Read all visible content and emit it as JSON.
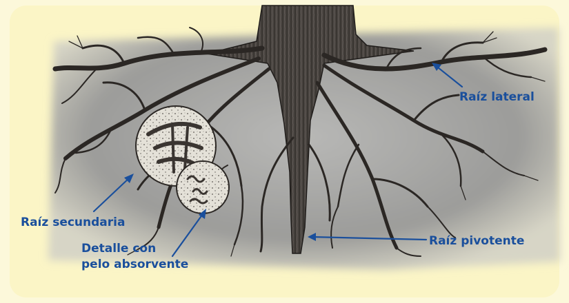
{
  "labels": {
    "lateral": "Raíz lateral",
    "secundaria": "Raíz secundaria",
    "pivotante": "Raíz pivotente",
    "detalle_line1": "Detalle con",
    "detalle_line2": "pelo absorvente"
  },
  "colors": {
    "background_cream": "#fbf5c6",
    "label_blue": "#1a4f9c",
    "root_dark": "#2b2724",
    "soil_gray": "#9a9a98"
  }
}
